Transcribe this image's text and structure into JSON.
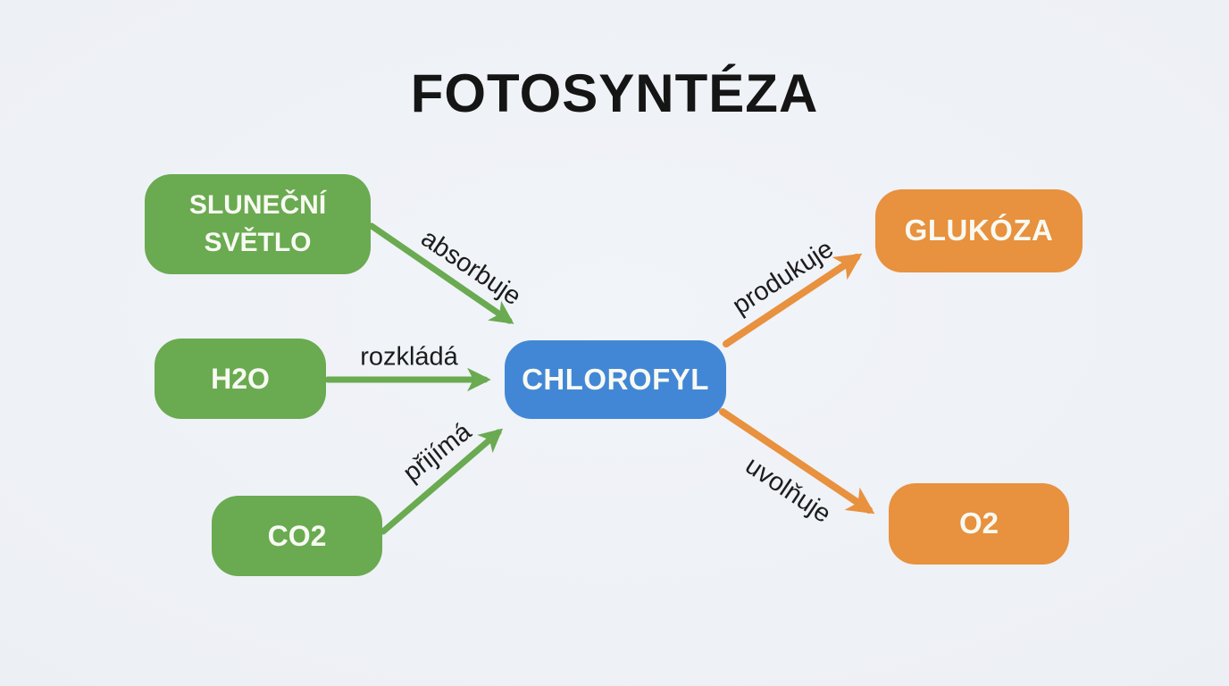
{
  "title": "FOTOSYNTÉZA",
  "diagram": {
    "topic": "photosynthesis",
    "nodes": {
      "sunlight": {
        "label": "SLUNEČNÍ\nSVĚTLO",
        "color": "#6aaa51",
        "role": "input"
      },
      "h2o": {
        "label": "H2O",
        "color": "#6aaa51",
        "role": "input"
      },
      "co2": {
        "label": "CO2",
        "color": "#6aaa51",
        "role": "input"
      },
      "chlorophyll": {
        "label": "CHLOROFYL",
        "color": "#4287d6",
        "role": "center"
      },
      "glucose": {
        "label": "GLUKÓZA",
        "color": "#e8913e",
        "role": "output"
      },
      "o2": {
        "label": "O2",
        "color": "#e8913e",
        "role": "output"
      }
    },
    "edges": [
      {
        "from": "sunlight",
        "to": "chlorophyll",
        "label": "absorbuje",
        "color": "#6aaa51"
      },
      {
        "from": "h2o",
        "to": "chlorophyll",
        "label": "rozkládá",
        "color": "#6aaa51"
      },
      {
        "from": "co2",
        "to": "chlorophyll",
        "label": "přijímá",
        "color": "#6aaa51"
      },
      {
        "from": "chlorophyll",
        "to": "glucose",
        "label": "produkuje",
        "color": "#e8913e"
      },
      {
        "from": "chlorophyll",
        "to": "o2",
        "label": "uvolňuje",
        "color": "#e8913e"
      }
    ],
    "colors": {
      "background": "#eef1f6",
      "input_green": "#6aaa51",
      "center_blue": "#4287d6",
      "output_orange": "#e8913e",
      "title_text": "#151515",
      "edge_label_text": "#1c1c1c",
      "node_text": "#f8faf2"
    }
  }
}
